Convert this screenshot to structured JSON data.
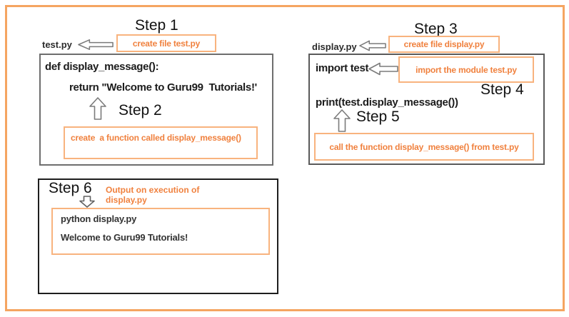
{
  "labels": {
    "step1": "Step 1",
    "step2": "Step 2",
    "step3": "Step 3",
    "step4": "Step 4",
    "step5": "Step 5",
    "step6": "Step 6"
  },
  "left_panel": {
    "file_label": "test.py",
    "create_note": "create file test.py",
    "code_def": "def display_message():",
    "code_return": "return \"Welcome to Guru99  Tutorials!'",
    "function_note": "create  a function called display_message()"
  },
  "right_panel": {
    "file_label": "display.py",
    "create_note": "create file display.py",
    "code_import": "import test",
    "import_note": "import the module test.py",
    "code_print": "print(test.display_message())",
    "call_note": "call the function display_message() from test.py"
  },
  "output_panel": {
    "caption": "Output on execution of display.py",
    "command": "python display.py",
    "result": "Welcome to Guru99 Tutorials!"
  },
  "colors": {
    "accent_orange_text": "#F0813E",
    "note_border_orange": "#F8B37E",
    "frame_orange": "#F5A561",
    "code_box_border_gray": "#6E6E6E",
    "output_box_border_black": "#1E1E1E",
    "arrow_stroke_gray": "#7B7B7B"
  }
}
